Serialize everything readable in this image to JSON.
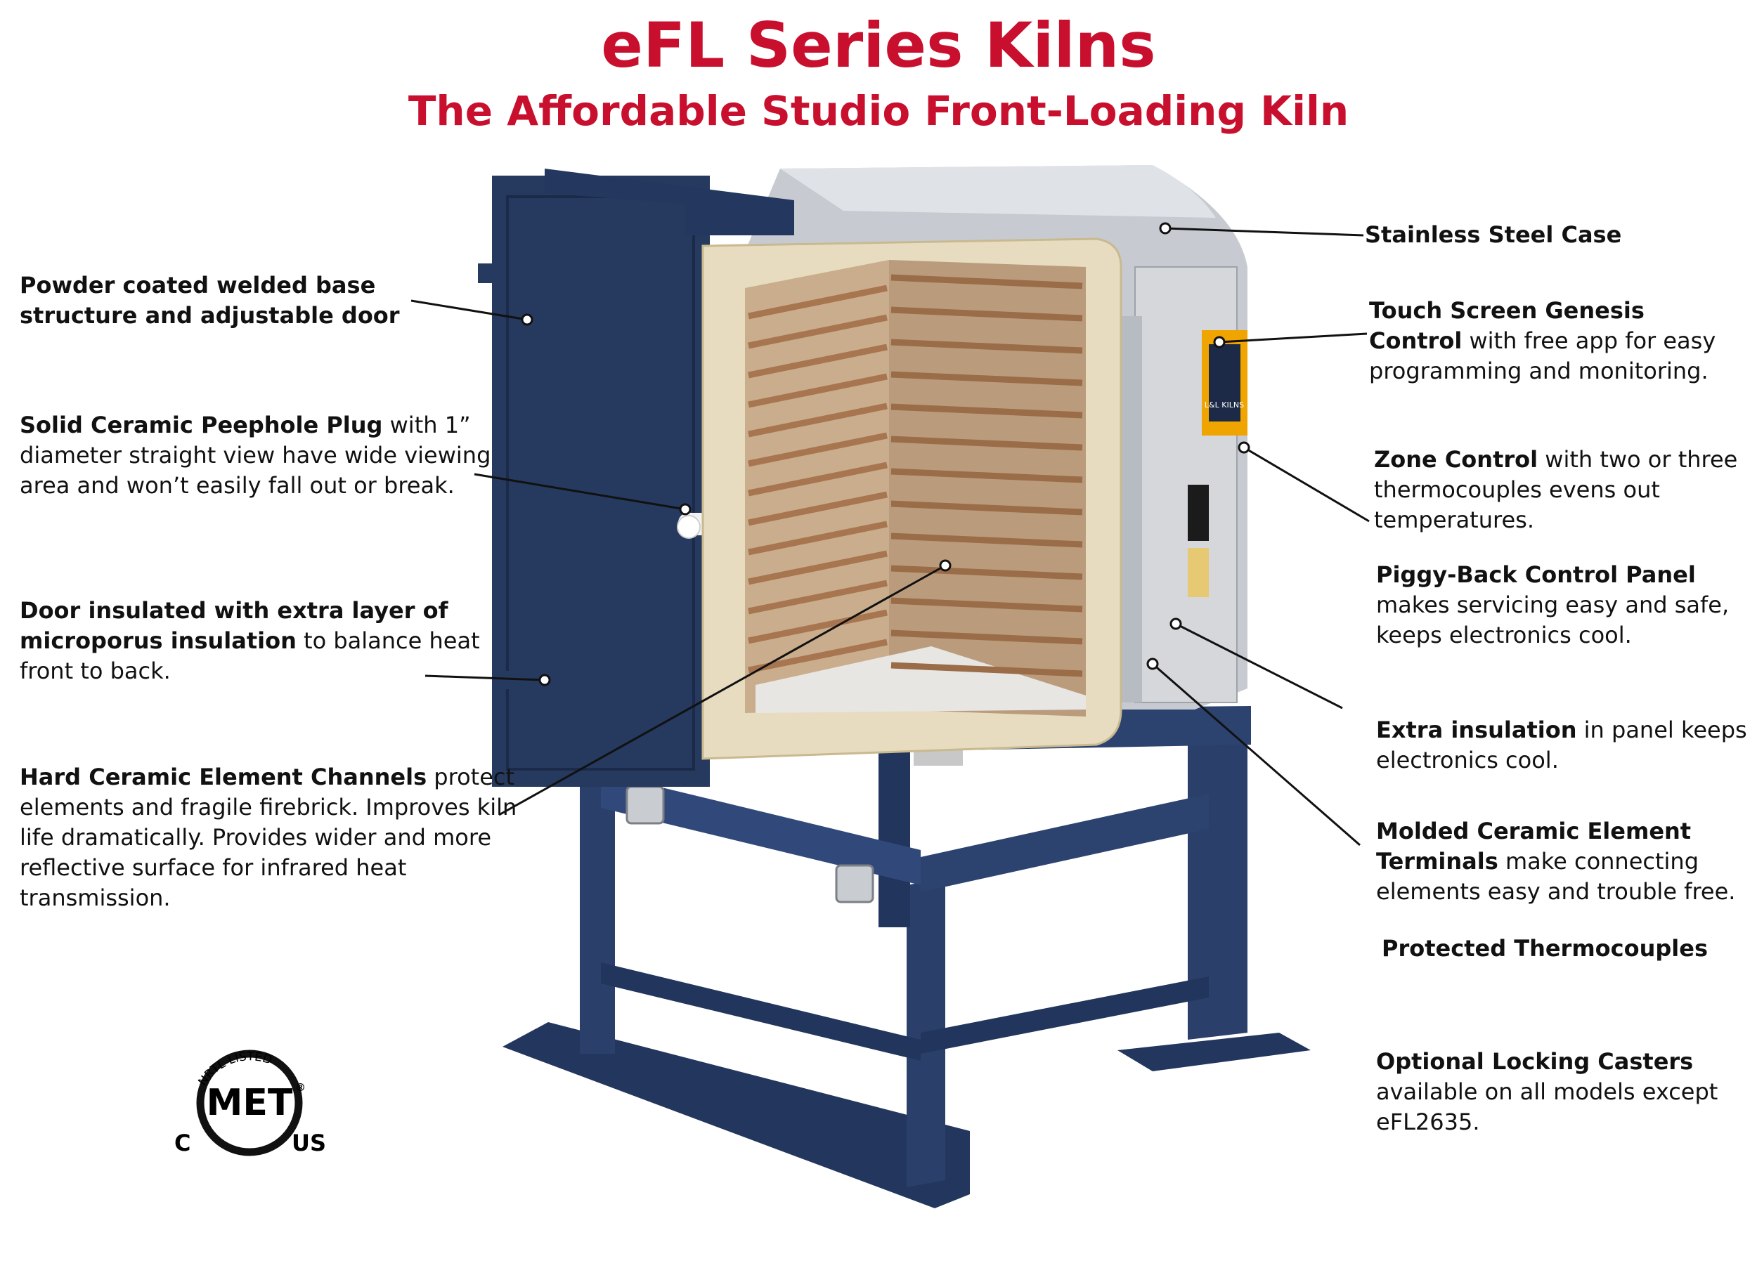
{
  "title": "eFL Series Kilns",
  "subtitle": "The Affordable Studio Front-Loading Kiln",
  "callouts": {
    "powder": {
      "bold": "Powder coated welded base structure and adjustable door",
      "text": ""
    },
    "peephole": {
      "bold": "Solid Ceramic Peephole Plug",
      "text": " with 1” diameter straight view have wide viewing area and won’t easily fall out or break."
    },
    "door": {
      "bold": "Door insulated with extra layer of microporus insulation",
      "text": " to balance heat front to back."
    },
    "channels": {
      "bold": "Hard Ceramic Element Channels",
      "text": " protect elements and fragile firebrick. Improves kiln life dramatically. Provides wider and more reflective surface for infrared heat transmission."
    },
    "case": {
      "bold": "Stainless Steel Case",
      "text": ""
    },
    "touch": {
      "bold": "Touch Screen Genesis Control",
      "text": " with free app for easy programming and monitoring."
    },
    "zone": {
      "bold": "Zone Control",
      "text": " with two or three thermocouples evens out temperatures."
    },
    "piggy": {
      "bold": "Piggy-Back Control Panel",
      "text": " makes servicing easy and safe, keeps electronics cool."
    },
    "extra": {
      "bold": "Extra insulation",
      "text": " in panel keeps electronics cool."
    },
    "molded": {
      "bold": "Molded Ceramic Element Terminals",
      "text": " make connecting elements easy and trouble free."
    },
    "thermo": {
      "bold": "Protected Thermocouples",
      "text": ""
    },
    "casters": {
      "bold": "Optional Locking Casters",
      "text": " available on all models except eFL2635."
    }
  },
  "panel_label": "L&L KILNS",
  "logo": {
    "top": "NRTL LISTED",
    "main": "MET",
    "left": "C",
    "right": "US",
    "mark": "®"
  },
  "colors": {
    "title": "#c8102e",
    "navy": "#263a63",
    "brick": "#e7dcc0"
  }
}
